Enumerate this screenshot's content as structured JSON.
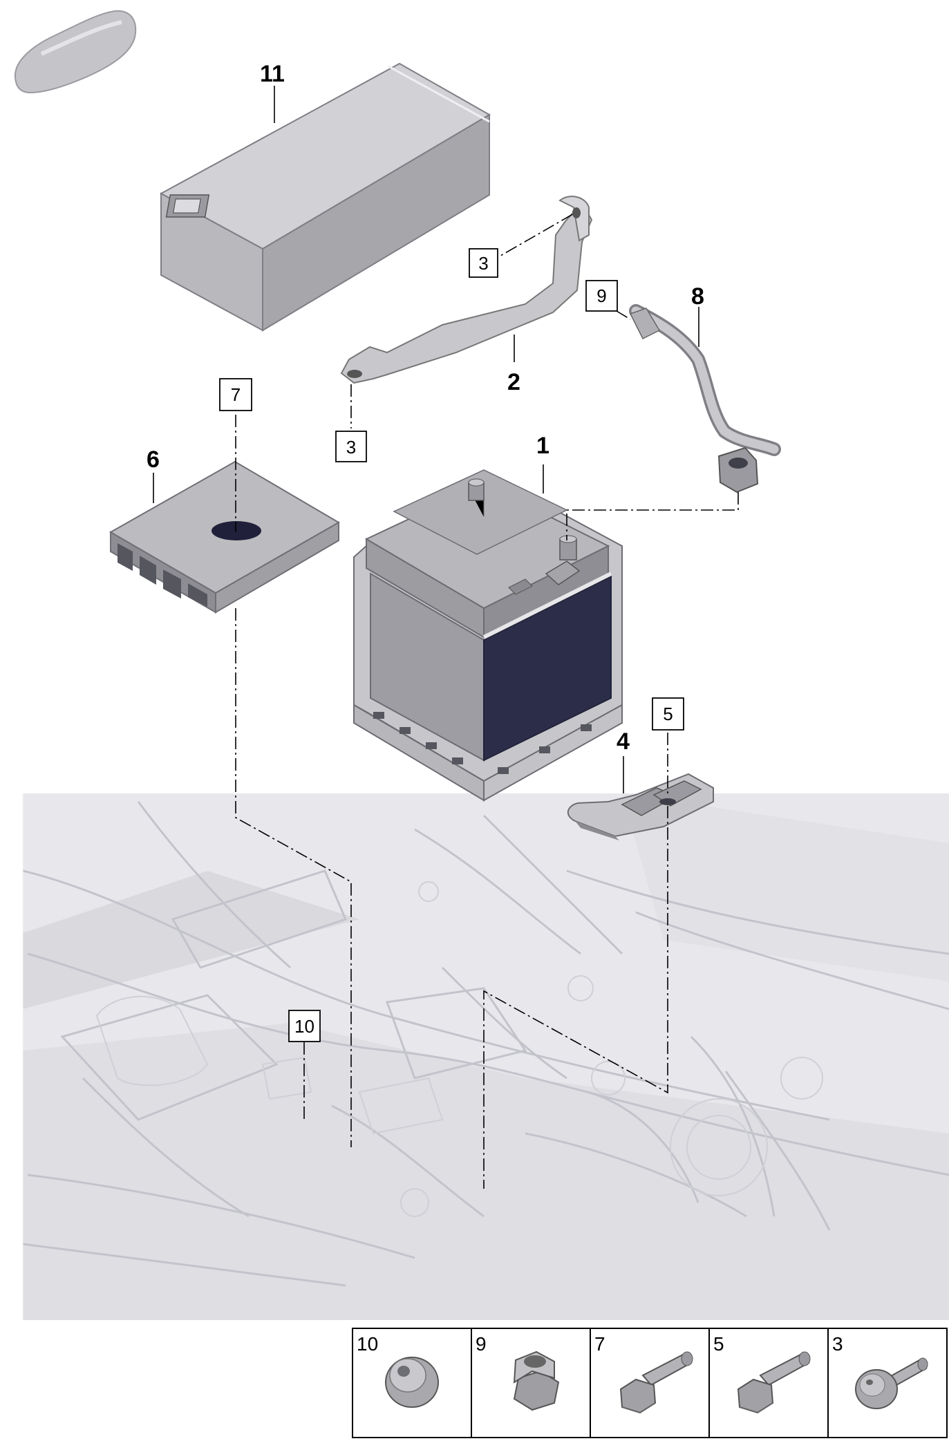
{
  "callouts": {
    "p1": "1",
    "p2": "2",
    "p3a": "3",
    "p3b": "3",
    "p4": "4",
    "p5": "5",
    "p6": "6",
    "p7": "7",
    "p8": "8",
    "p9": "9",
    "p10": "10",
    "p11": "11"
  },
  "legend": {
    "cells": [
      {
        "label": "10",
        "icon": "collar-nut-icon"
      },
      {
        "label": "9",
        "icon": "hex-nut-icon"
      },
      {
        "label": "7",
        "icon": "hex-bolt-icon"
      },
      {
        "label": "5",
        "icon": "hex-bolt-icon"
      },
      {
        "label": "3",
        "icon": "pan-head-screw-icon"
      }
    ]
  },
  "colors": {
    "part_light": "#c9c9cc",
    "part_mid": "#a4a4a8",
    "part_dark": "#2c2d48",
    "engine_bay": "#e6e6ea",
    "engine_lines": "#c4c4cc"
  }
}
